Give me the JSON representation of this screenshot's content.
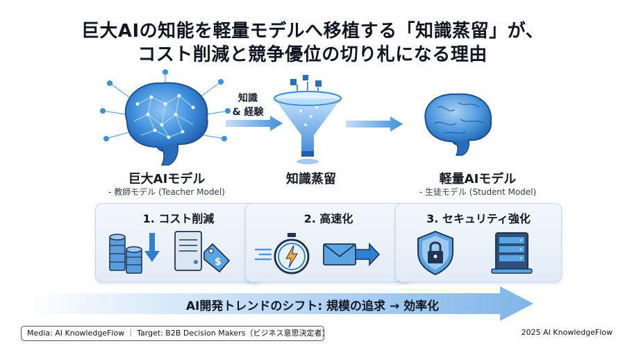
{
  "title": {
    "line1": "巨大AIの知能を軽量モデルへ移植する「知識蒸留」が、",
    "line2": "コスト削減と競争優位の切り札になる理由"
  },
  "teacher": {
    "label": "巨大AIモデル",
    "sublabel": "- 教師モデル (Teacher Model)"
  },
  "flow_label": {
    "line1": "知識",
    "line2": "& 経験"
  },
  "distill": {
    "label": "知識蒸留"
  },
  "student": {
    "label": "軽量AIモデル",
    "sublabel": "- 生徒モデル (Student Model)"
  },
  "cards": [
    {
      "title": "1. コスト削減",
      "icons": [
        "coin-stack-icon",
        "down-arrow-icon",
        "server-icon",
        "price-tag-icon"
      ]
    },
    {
      "title": "2. 高速化",
      "icons": [
        "stopwatch-icon",
        "lightning-icon",
        "envelope-icon",
        "arrow-right-icon"
      ]
    },
    {
      "title": "3. セキュリティ強化",
      "icons": [
        "shield-lock-icon",
        "server-rack-icon"
      ]
    }
  ],
  "trend": {
    "text": "AI開発トレンドのシフト: 規模の追求 → 効率化"
  },
  "footer": {
    "left": "Media: AI KnowledgeFlow ｜ Target: B2B Decision Makers（ビジネス意思決定者）",
    "right": "2025 AI KnowledgeFlow"
  },
  "colors": {
    "primary_blue": "#2f7fd4",
    "light_blue": "#8dbdea",
    "dark_navy": "#1f3552",
    "card_bg": "#e7eff8"
  }
}
